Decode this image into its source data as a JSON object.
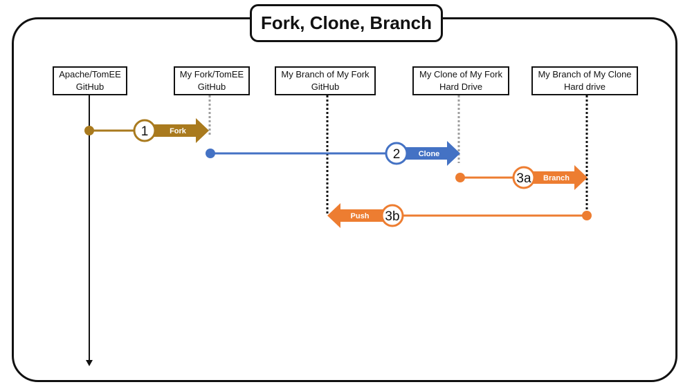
{
  "title": "Fork, Clone, Branch",
  "nodes": [
    {
      "line1": "Apache/TomEE",
      "line2": "GitHub"
    },
    {
      "line1": "My Fork/TomEE",
      "line2": "GitHub"
    },
    {
      "line1": "My Branch of My Fork",
      "line2": "GitHub"
    },
    {
      "line1": "My Clone of My Fork",
      "line2": "Hard Drive"
    },
    {
      "line1": "My Branch of My Clone",
      "line2": "Hard drive"
    }
  ],
  "steps": [
    {
      "number": "1",
      "label": "Fork",
      "color": "#a97a1e"
    },
    {
      "number": "2",
      "label": "Clone",
      "color": "#4472c4"
    },
    {
      "number": "3a",
      "label": "Branch",
      "color": "#ed7d31"
    },
    {
      "number": "3b",
      "label": "Push",
      "color": "#ed7d31"
    }
  ]
}
